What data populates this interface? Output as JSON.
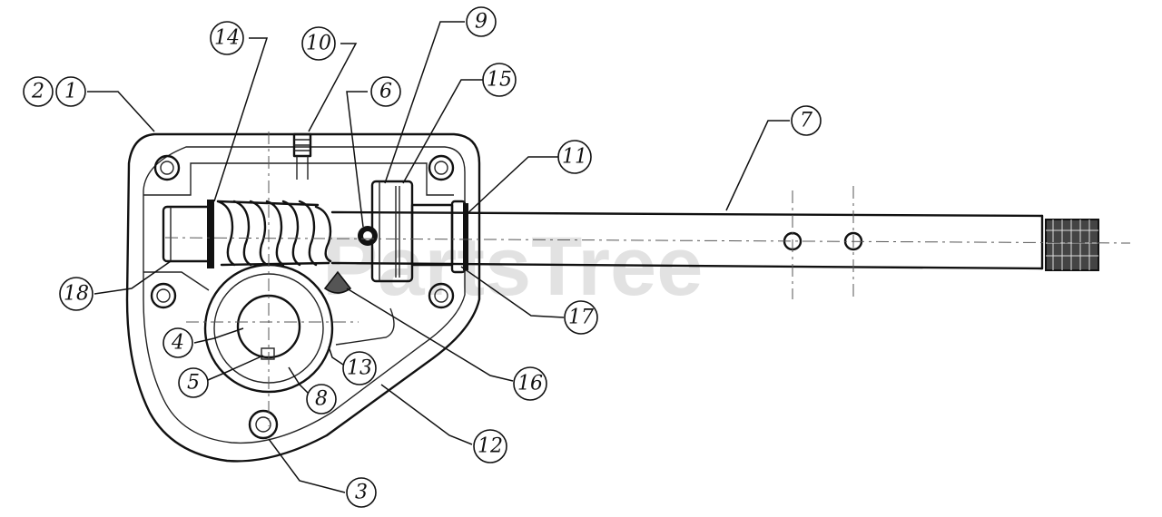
{
  "watermark": "PartsTree",
  "callouts": [
    {
      "id": "c2",
      "label": "2"
    },
    {
      "id": "c1",
      "label": "1"
    },
    {
      "id": "c14",
      "label": "14"
    },
    {
      "id": "c10",
      "label": "10"
    },
    {
      "id": "c6",
      "label": "6"
    },
    {
      "id": "c9",
      "label": "9"
    },
    {
      "id": "c15",
      "label": "15"
    },
    {
      "id": "c7",
      "label": "7"
    },
    {
      "id": "c11",
      "label": "11"
    },
    {
      "id": "c18",
      "label": "18"
    },
    {
      "id": "c17",
      "label": "17"
    },
    {
      "id": "c4",
      "label": "4"
    },
    {
      "id": "c5",
      "label": "5"
    },
    {
      "id": "c13",
      "label": "13"
    },
    {
      "id": "c8",
      "label": "8"
    },
    {
      "id": "c16",
      "label": "16"
    },
    {
      "id": "c12",
      "label": "12"
    },
    {
      "id": "c3",
      "label": "3"
    }
  ]
}
